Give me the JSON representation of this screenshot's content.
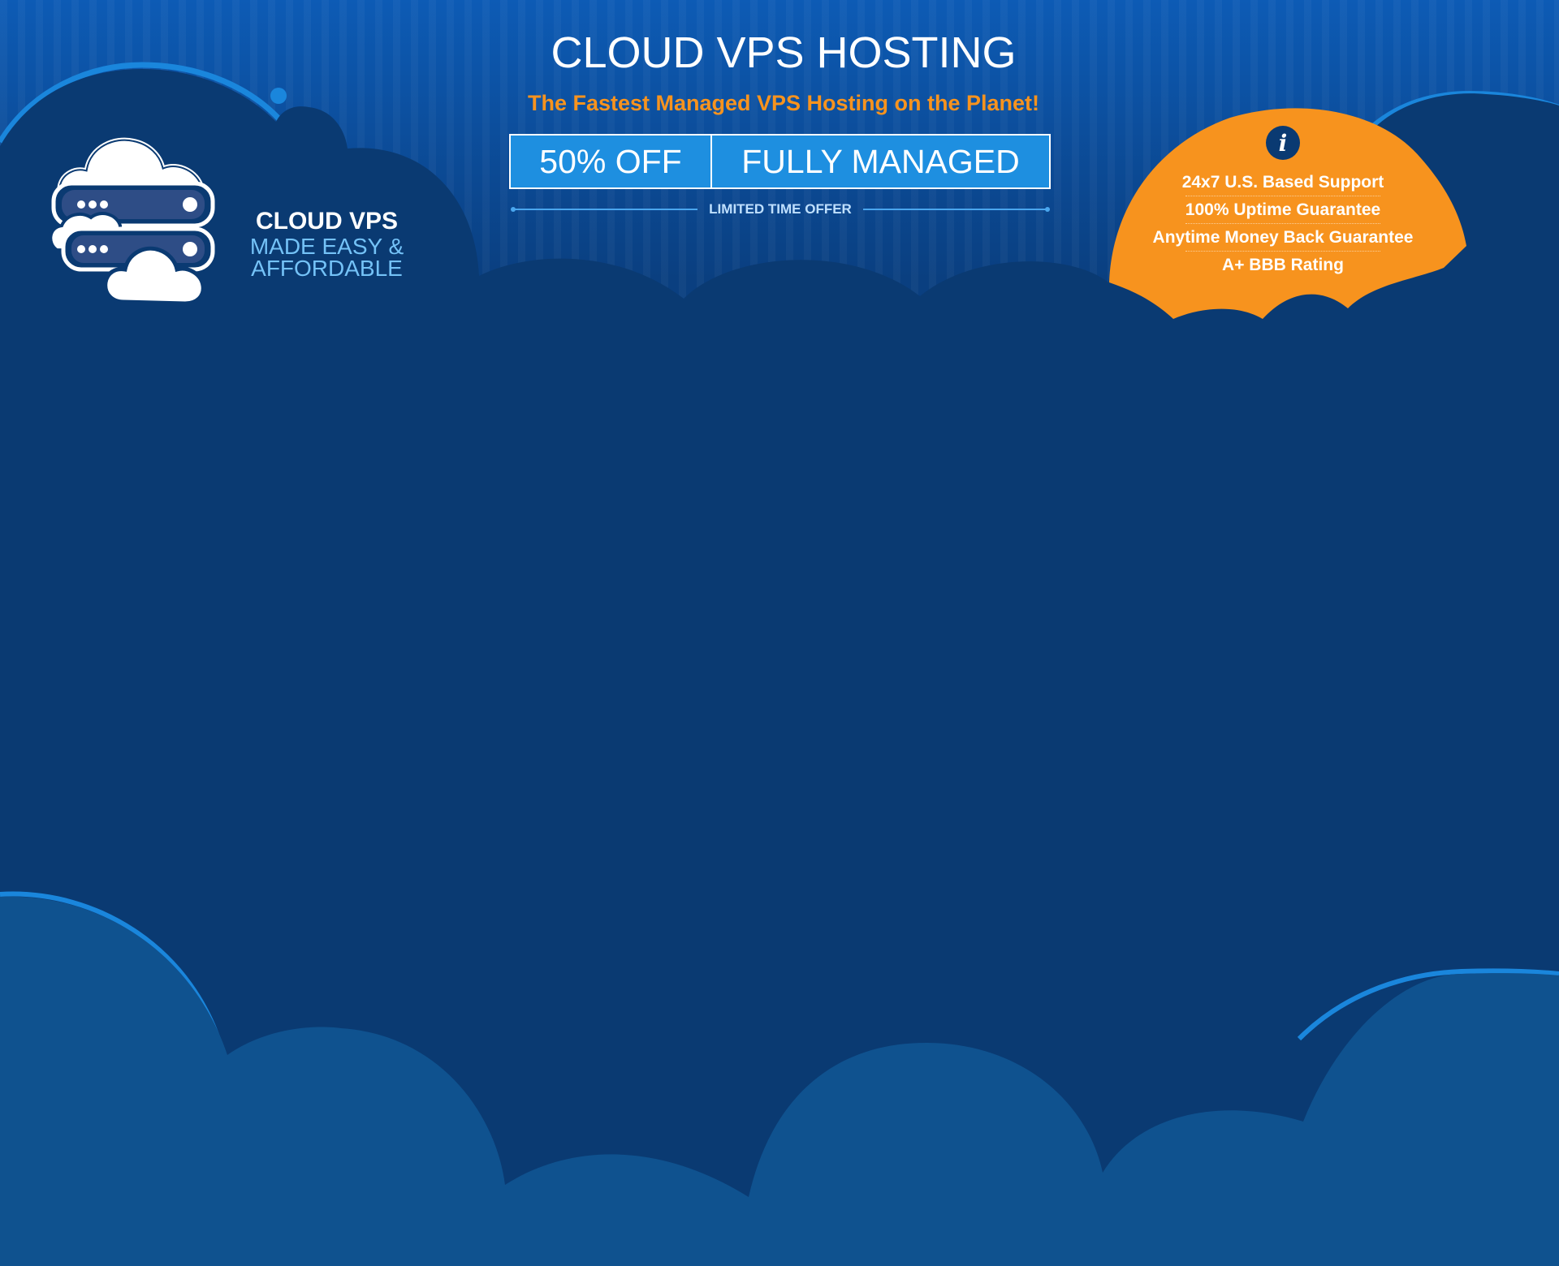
{
  "header": {
    "title": "CLOUD VPS HOSTING",
    "tagline": "The Fastest Managed VPS Hosting on the Planet!",
    "offer_discount": "50% OFF",
    "offer_managed": "FULLY MANAGED",
    "limited": "LIMITED TIME OFFER"
  },
  "brand": {
    "line1": "CLOUD VPS",
    "line2": "MADE EASY &",
    "line3": "AFFORDABLE",
    "icon": "cloud-server-icon"
  },
  "badge": {
    "icon": "info-icon",
    "info_glyph": "i",
    "items": [
      "24x7 U.S. Based Support",
      "100% Uptime Guarantee",
      "Anytime Money Back Guarantee",
      "A+ BBB Rating"
    ]
  },
  "colors": {
    "background": "#0a3a72",
    "accent_orange": "#f7931e",
    "offer_blue": "#1e8fe0",
    "light_blue": "#74c2f7",
    "white": "#ffffff"
  }
}
